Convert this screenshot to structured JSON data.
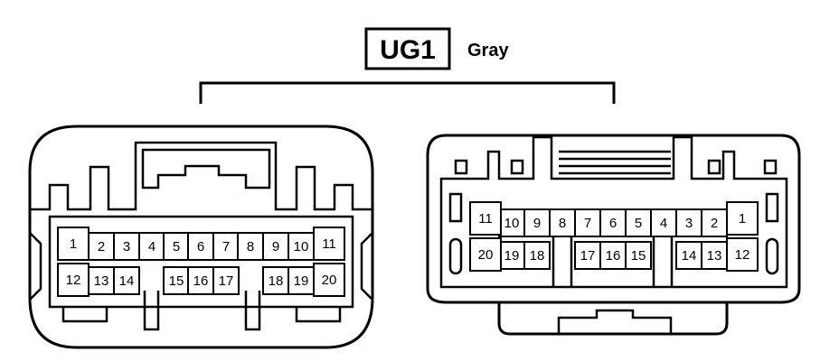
{
  "connector": {
    "code": "UG1",
    "color": "Gray"
  },
  "left_connector": {
    "pins": [
      "1",
      "2",
      "3",
      "4",
      "5",
      "6",
      "7",
      "8",
      "9",
      "10",
      "11",
      "12",
      "13",
      "14",
      "15",
      "16",
      "17",
      "18",
      "19",
      "20"
    ]
  },
  "right_connector": {
    "pins": [
      "1",
      "2",
      "3",
      "4",
      "5",
      "6",
      "7",
      "8",
      "9",
      "10",
      "11",
      "12",
      "13",
      "14",
      "15",
      "16",
      "17",
      "18",
      "19",
      "20"
    ]
  }
}
